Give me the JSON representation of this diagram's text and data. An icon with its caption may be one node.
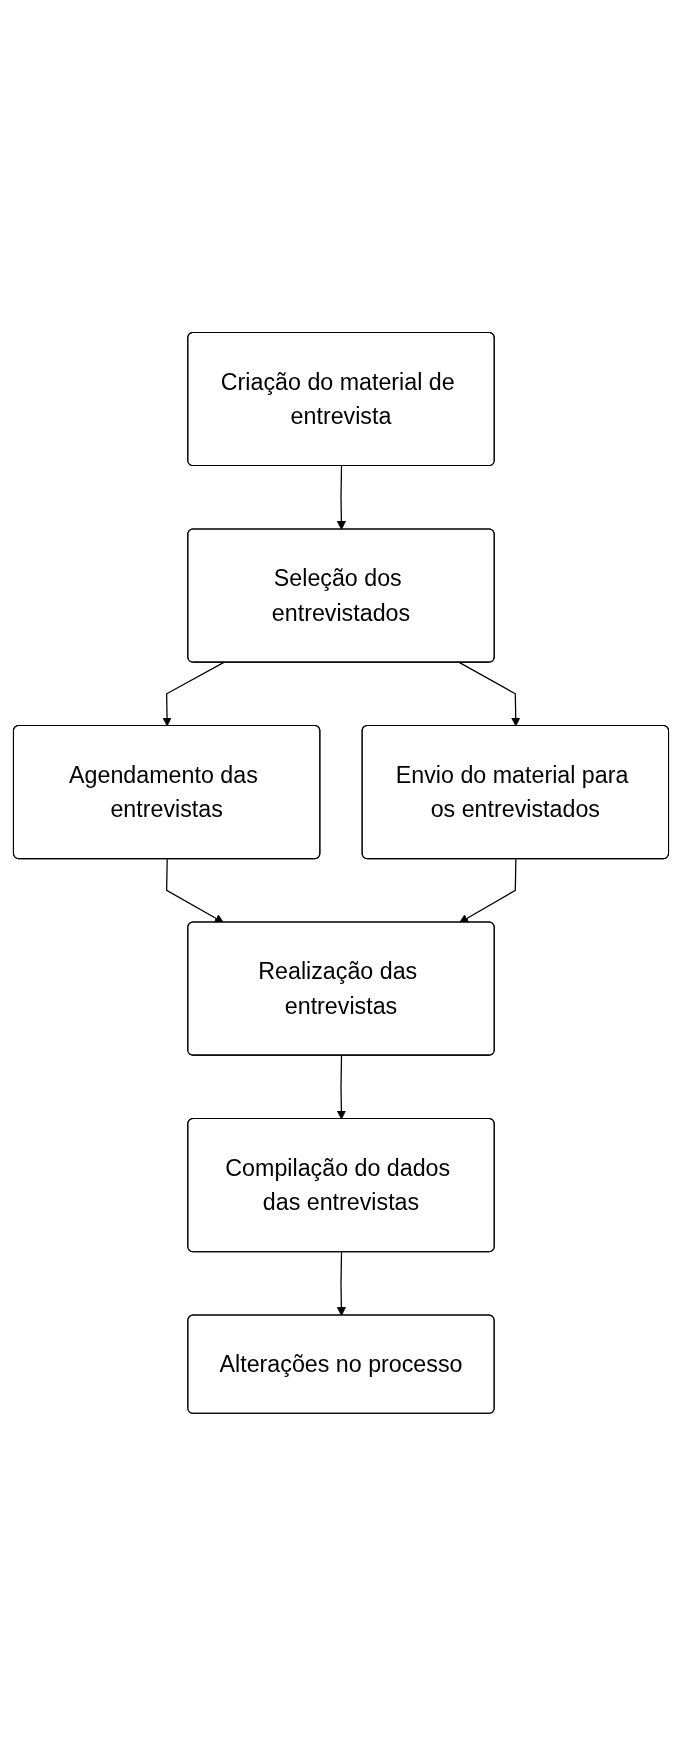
{
  "diagram": {
    "nodes": [
      {
        "text": [
          "Criação do material de entrevista"
        ]
      },
      {
        "text": [
          "Seleção dos entrevistados"
        ]
      },
      {
        "text": [
          "Agendamento das entrevistas"
        ]
      },
      {
        "text": [
          "Envio do material para os entrevistados"
        ]
      },
      {
        "text": [
          "Realização das entrevistas"
        ]
      },
      {
        "text": [
          "Compilação do dados das entrevistas"
        ]
      },
      {
        "text": [
          "Alterações no processo"
        ]
      }
    ],
    "edges": [
      {
        "from": 0,
        "to": 1,
        "arrow": "to"
      },
      {
        "from": 1,
        "to": 2,
        "arrow": "to"
      },
      {
        "from": 1,
        "to": 3,
        "arrow": "to"
      },
      {
        "from": 2,
        "to": 4,
        "arrow": "to"
      },
      {
        "from": 3,
        "to": 4,
        "arrow": "to"
      },
      {
        "from": 4,
        "to": 5,
        "arrow": "to"
      },
      {
        "from": 5,
        "to": 6,
        "arrow": "to"
      }
    ]
  }
}
